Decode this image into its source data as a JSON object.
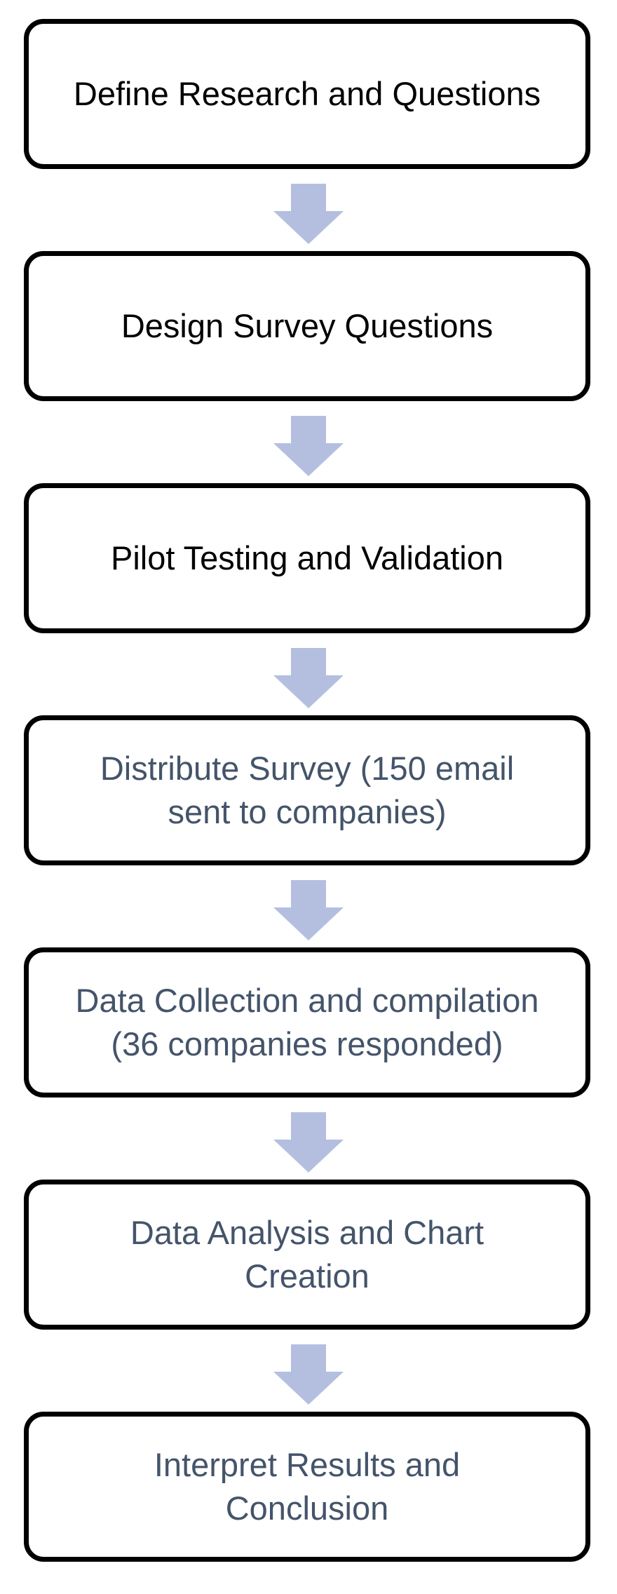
{
  "colors": {
    "box_border": "#000000",
    "box_fill": "#ffffff",
    "arrow": "#b4bfe0",
    "text_dark": "#000000",
    "text_muted": "#44546a"
  },
  "steps": [
    {
      "label": "Define Research and Questions",
      "tone": "dark"
    },
    {
      "label": "Design Survey Questions",
      "tone": "dark"
    },
    {
      "label": "Pilot Testing and Validation",
      "tone": "dark"
    },
    {
      "label": "Distribute Survey (150 email\nsent to companies)",
      "tone": "muted"
    },
    {
      "label": "Data Collection and compilation\n(36 companies responded)",
      "tone": "muted"
    },
    {
      "label": "Data Analysis and Chart\nCreation",
      "tone": "muted"
    },
    {
      "label": "Interpret Results and\nConclusion",
      "tone": "muted"
    }
  ],
  "arrows": [
    {
      "icon": "down-arrow-icon"
    },
    {
      "icon": "down-arrow-icon"
    },
    {
      "icon": "down-arrow-icon"
    },
    {
      "icon": "down-arrow-icon"
    },
    {
      "icon": "down-arrow-icon"
    },
    {
      "icon": "down-arrow-icon"
    }
  ]
}
